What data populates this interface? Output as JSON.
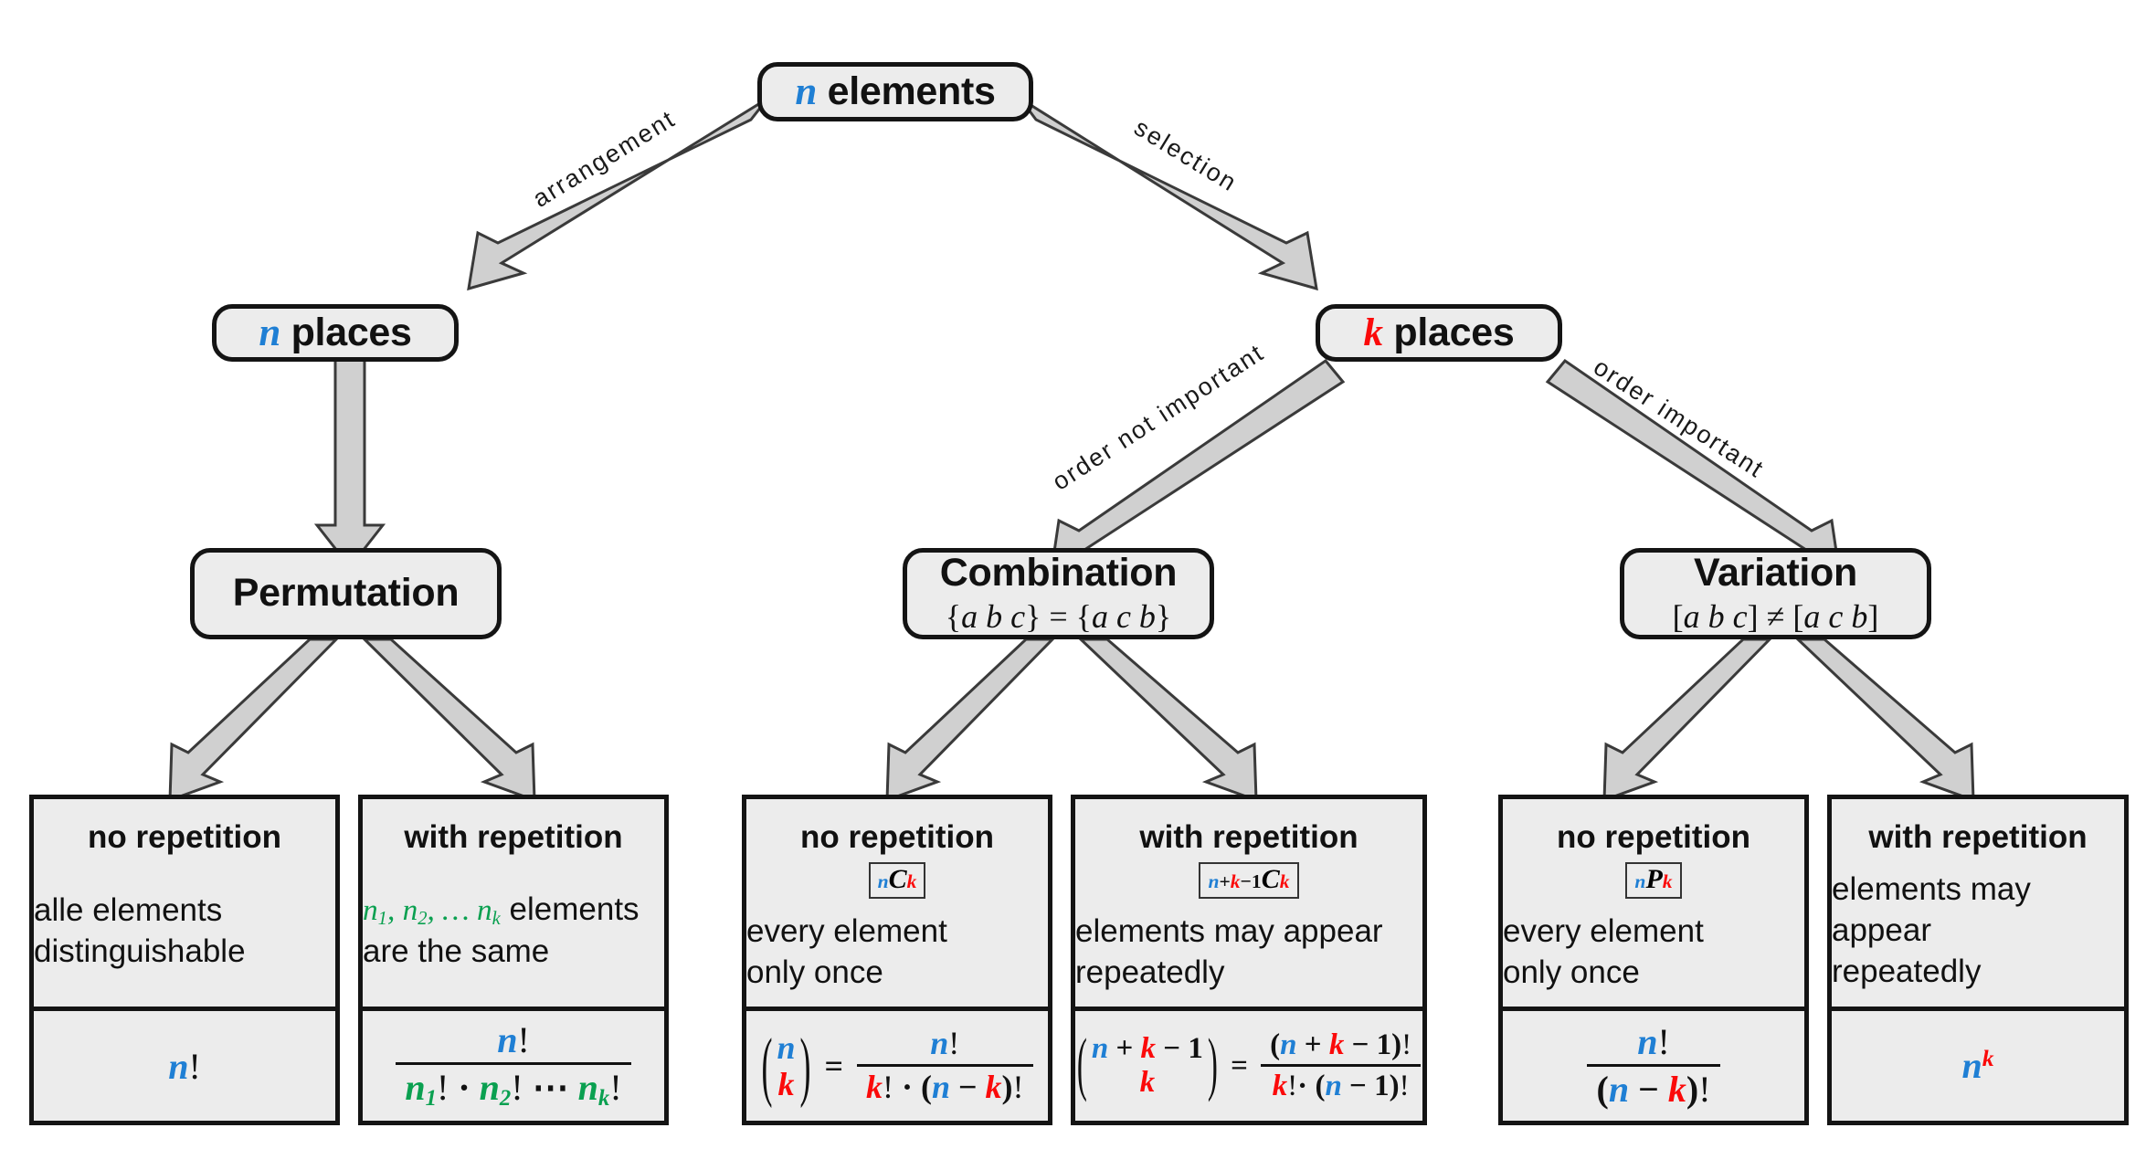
{
  "diagram": {
    "title": "Combinatorics decision tree",
    "colors": {
      "n": "#1f7fd4",
      "k": "#fb0a0a",
      "green": "#0aa050",
      "box_fill": "#ececec",
      "box_border": "#141414",
      "arrow_fill": "#d0d0d0"
    }
  },
  "root": {
    "label_var": "n",
    "label_text": "elements"
  },
  "level2": [
    {
      "label_var": "n",
      "label_text": "places"
    },
    {
      "label_var": "k",
      "label_text": "places"
    }
  ],
  "edges": [
    {
      "name": "arrangement",
      "label": "arrangement"
    },
    {
      "name": "selection",
      "label": "selection"
    },
    {
      "name": "order-not-important",
      "label": "order not important"
    },
    {
      "name": "order-important",
      "label": "order important"
    }
  ],
  "categories": [
    {
      "name": "Permutation",
      "subtitle": ""
    },
    {
      "name": "Combination",
      "subtitle": "{a b c} = {a c b}"
    },
    {
      "name": "Variation",
      "subtitle": "[a b c] ≠ [a c b]"
    }
  ],
  "leaves": [
    {
      "header": "no repetition",
      "symbol": "",
      "description": "alle elements\ndistinguishable",
      "formula": "n!"
    },
    {
      "header": "with repetition",
      "symbol": "",
      "description": "n₁, n₂, … nₖ elements\nare the same",
      "formula": "n! / (n₁! · n₂! ⋯ nₖ!)"
    },
    {
      "header": "no repetition",
      "symbol": "nCk",
      "description": "every element\nonly once",
      "formula": "(n choose k) = n! / (k! · (n − k)!)"
    },
    {
      "header": "with repetition",
      "symbol": "n+k−1Ck",
      "description": "elements may appear\nrepeatedly",
      "formula": "(n+k−1 choose k) = (n + k − 1)! / (k! · (n − 1)!)"
    },
    {
      "header": "no repetition",
      "symbol": "nPk",
      "description": "every element\nonly once",
      "formula": "n! / (n − k)!"
    },
    {
      "header": "with repetition",
      "symbol": "",
      "description": "elements may appear\nrepeatedly",
      "formula": "nᵏ"
    }
  ]
}
